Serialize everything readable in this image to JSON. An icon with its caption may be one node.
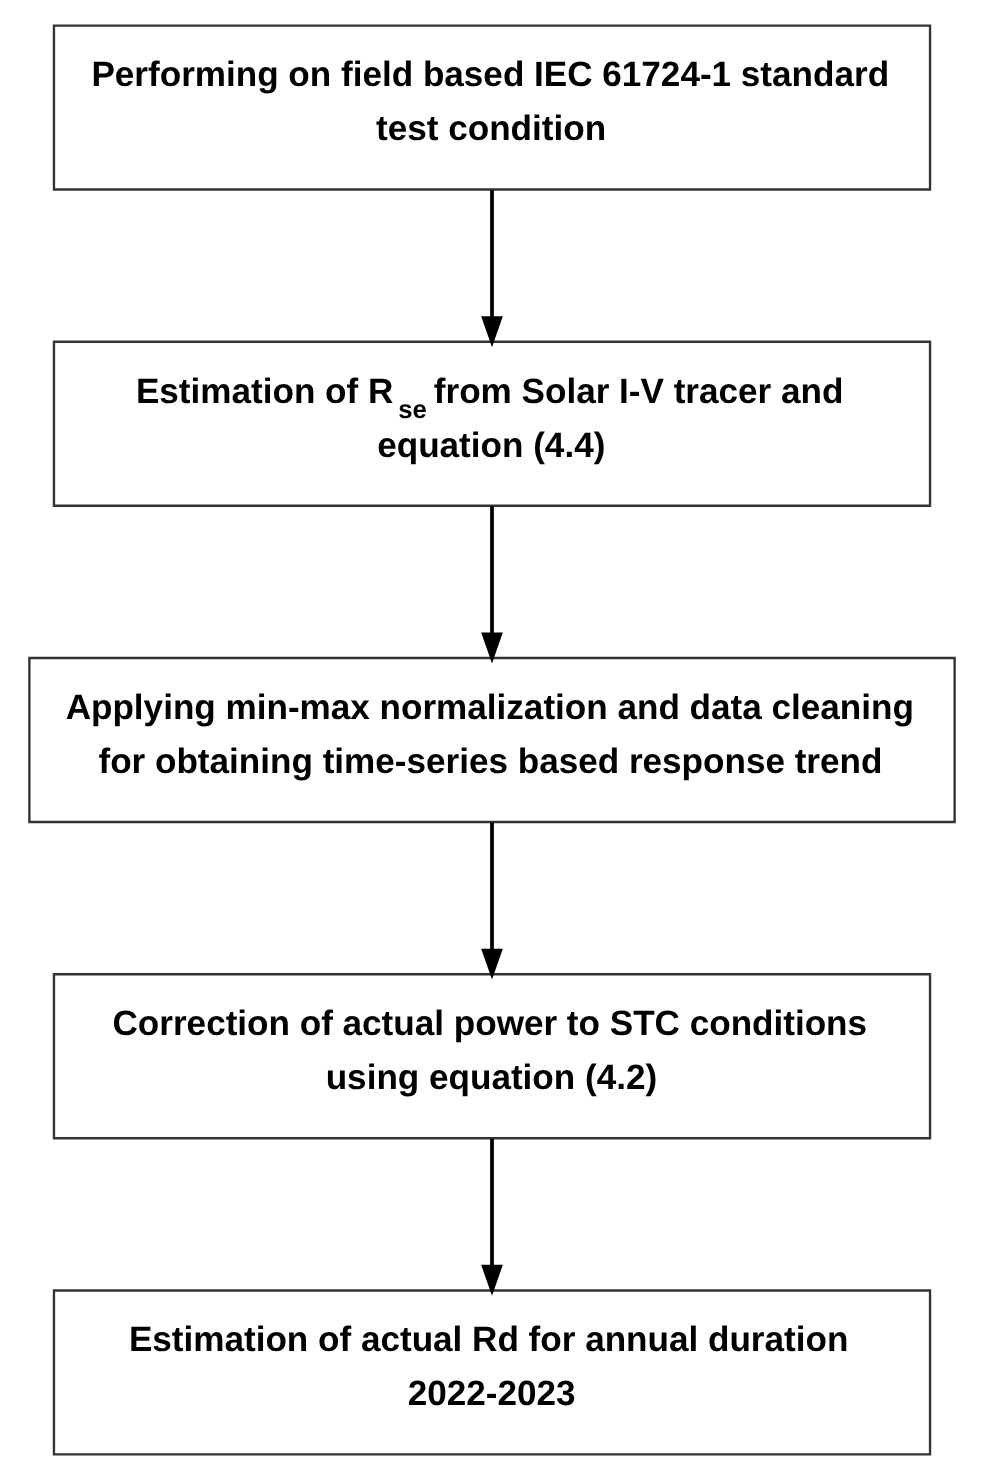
{
  "diagram": {
    "nodes": [
      {
        "text": [
          "Performing on field based IEC 61724-1 standard test condition"
        ]
      },
      {
        "text": [
          "Estimation of R$_{se}$ from Solar I-V tracer and equation (4.4)"
        ]
      },
      {
        "text": [
          "Applying min-max normalization and data cleaning for obtaining time-series based response trend"
        ]
      },
      {
        "text": [
          "Correction of actual power to STC conditions using equation (4.2)"
        ]
      },
      {
        "text": [
          "Estimation of actual Rd for annual duration 2022-2023"
        ]
      }
    ],
    "edges": [
      {
        "from": 0,
        "to": 1,
        "arrow": "to"
      },
      {
        "from": 1,
        "to": 2,
        "arrow": "to"
      },
      {
        "from": 2,
        "to": 3,
        "arrow": "to"
      },
      {
        "from": 3,
        "to": 4,
        "arrow": "to"
      }
    ]
  }
}
